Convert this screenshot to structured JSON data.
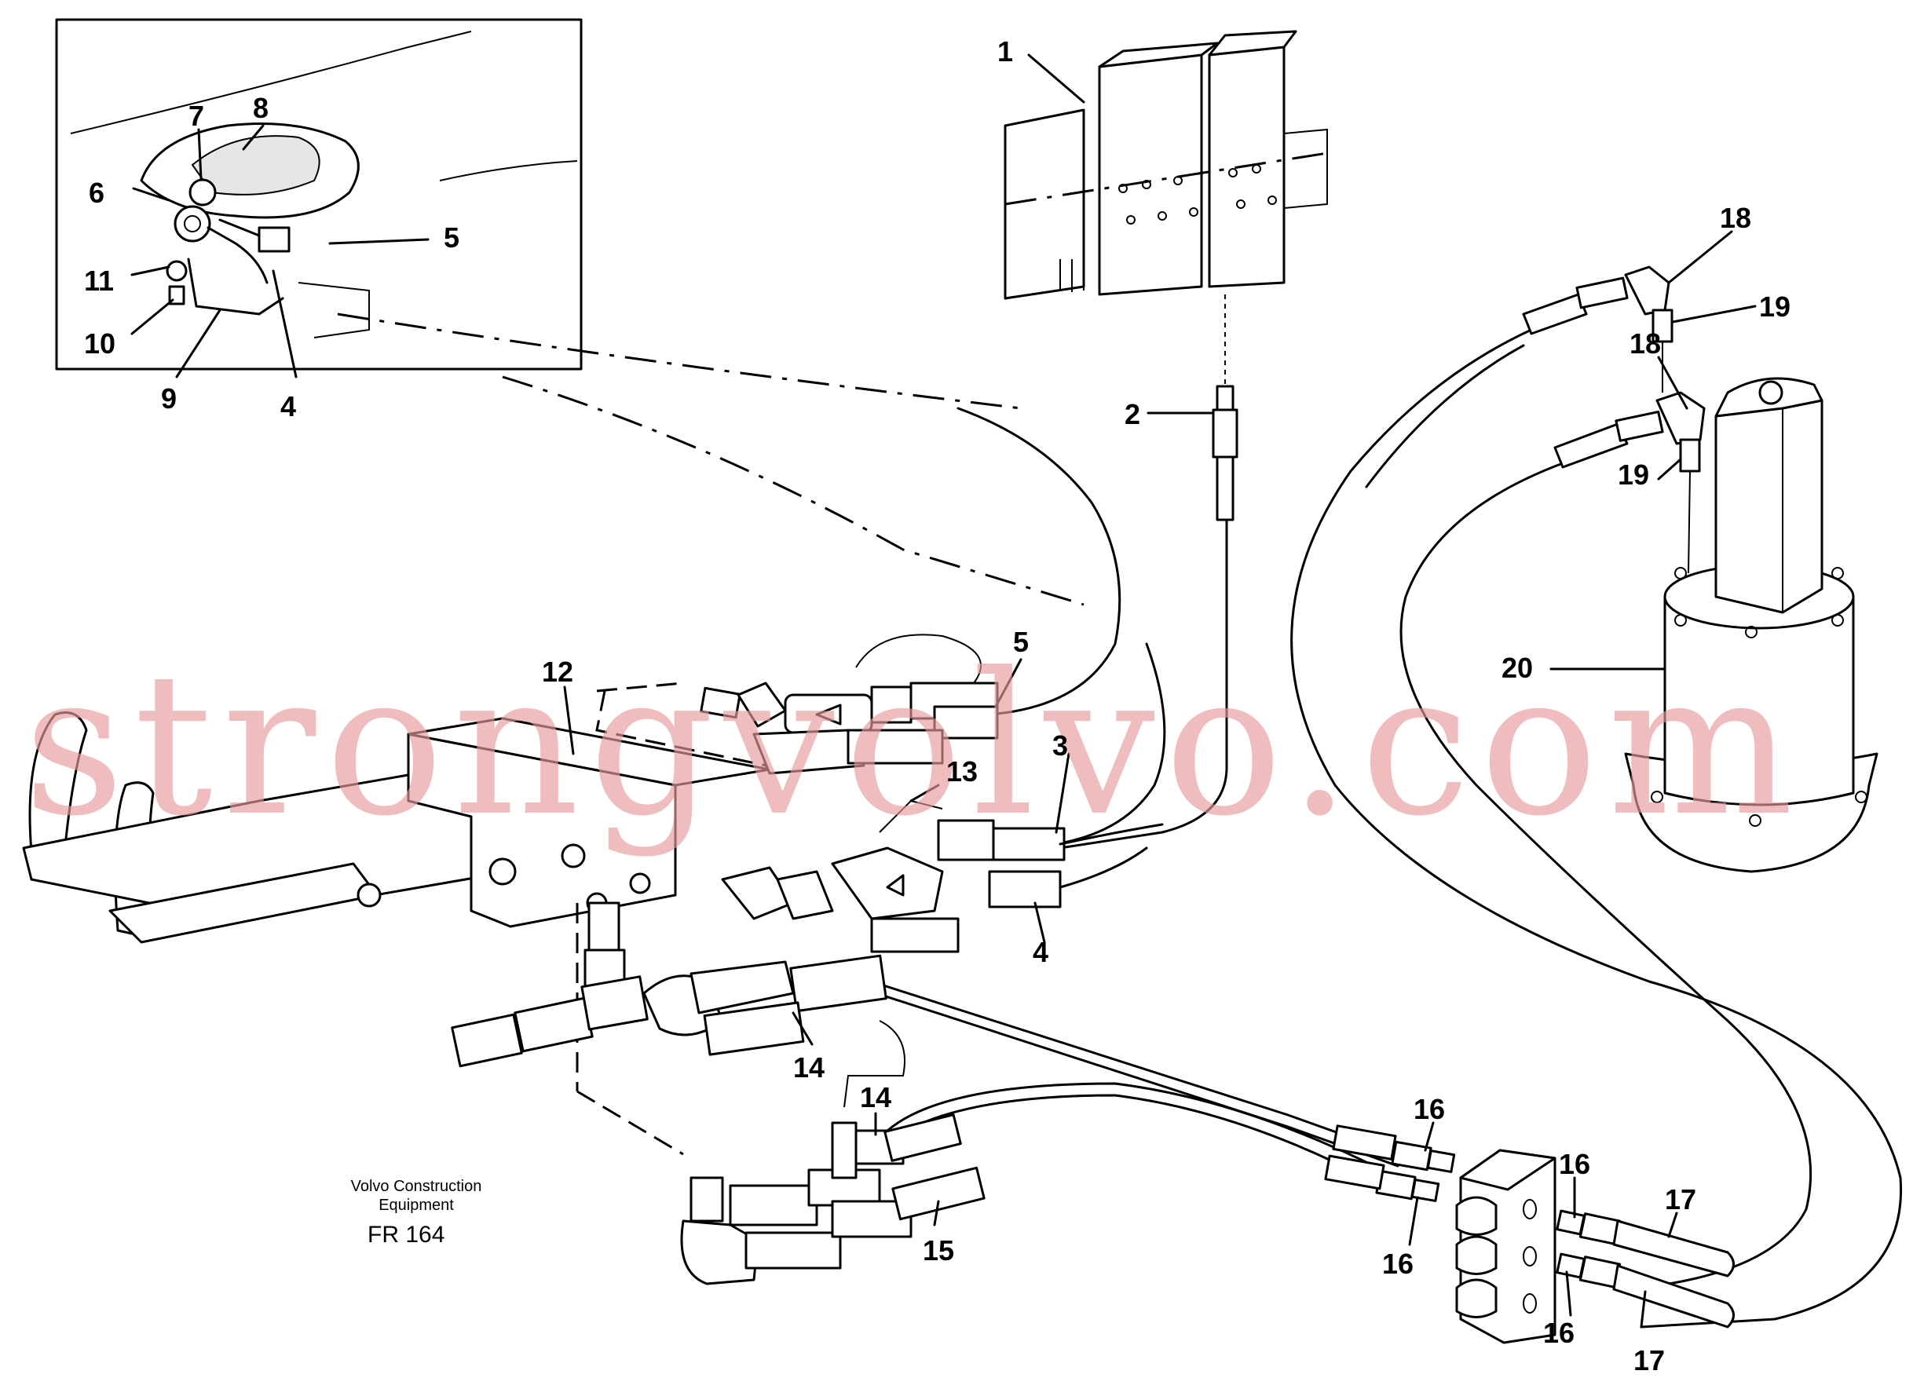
{
  "callouts": [
    {
      "id": "c1",
      "text": "1"
    },
    {
      "id": "c2",
      "text": "2"
    },
    {
      "id": "c3",
      "text": "3"
    },
    {
      "id": "c4a",
      "text": "4"
    },
    {
      "id": "c4b",
      "text": "4"
    },
    {
      "id": "c5a",
      "text": "5"
    },
    {
      "id": "c5b",
      "text": "5"
    },
    {
      "id": "c6",
      "text": "6"
    },
    {
      "id": "c7",
      "text": "7"
    },
    {
      "id": "c8",
      "text": "8"
    },
    {
      "id": "c9",
      "text": "9"
    },
    {
      "id": "c10",
      "text": "10"
    },
    {
      "id": "c11",
      "text": "11"
    },
    {
      "id": "c12",
      "text": "12"
    },
    {
      "id": "c13",
      "text": "13"
    },
    {
      "id": "c14a",
      "text": "14"
    },
    {
      "id": "c14b",
      "text": "14"
    },
    {
      "id": "c15",
      "text": "15"
    },
    {
      "id": "c16a",
      "text": "16"
    },
    {
      "id": "c16b",
      "text": "16"
    },
    {
      "id": "c16c",
      "text": "16"
    },
    {
      "id": "c16d",
      "text": "16"
    },
    {
      "id": "c17a",
      "text": "17"
    },
    {
      "id": "c17b",
      "text": "17"
    },
    {
      "id": "c18a",
      "text": "18"
    },
    {
      "id": "c18b",
      "text": "18"
    },
    {
      "id": "c19a",
      "text": "19"
    },
    {
      "id": "c19b",
      "text": "19"
    },
    {
      "id": "c20",
      "text": "20"
    }
  ],
  "credit": {
    "line1": "Volvo Construction",
    "line2": "Equipment",
    "figure": "FR 164"
  },
  "watermark": "strongvolvo.com"
}
